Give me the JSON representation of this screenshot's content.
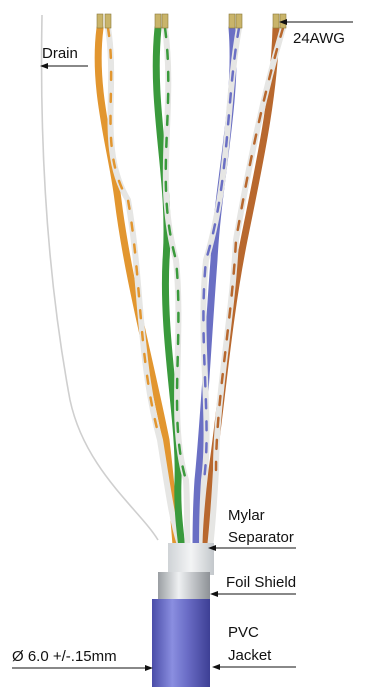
{
  "labels": {
    "drain": "Drain",
    "awg": "24AWG",
    "mylar_line1": "Mylar",
    "mylar_line2": "Separator",
    "foil": "Foil Shield",
    "pvc_line1": "PVC",
    "pvc_line2": "Jacket",
    "diameter": "Ø 6.0 +/-.15mm"
  },
  "colors": {
    "orange": "#e2962f",
    "green": "#3a9a3c",
    "blue": "#6a6fc4",
    "brown": "#b8682e",
    "white_wire": "#e6e6e4",
    "jacket": "#6b6ec7",
    "foil": "#c9cccf",
    "drain": "#d8d8d8",
    "copper": "#c9b46a"
  },
  "pairs": [
    "orange",
    "green",
    "blue",
    "brown"
  ]
}
